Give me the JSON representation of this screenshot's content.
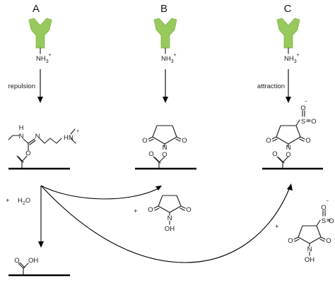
{
  "panels": [
    {
      "letter": "A",
      "amine": "NH",
      "amine_sub": "3",
      "amine_sup": "+",
      "arrow_label": "repulsion"
    },
    {
      "letter": "B",
      "amine": "NH",
      "amine_sub": "3",
      "amine_sup": "+",
      "arrow_label": ""
    },
    {
      "letter": "C",
      "amine": "NH",
      "amine_sub": "3",
      "amine_sup": "+",
      "arrow_label": "attraction"
    }
  ],
  "edc": {
    "h1": "H",
    "n1": "N",
    "n2": "N",
    "h2": "H",
    "n3": "N",
    "plus": "+",
    "o": "O"
  },
  "nhs": {
    "o1": "O",
    "o2": "O",
    "n": "N",
    "o3": "O",
    "o4": "O"
  },
  "sulfo": {
    "minus": "−",
    "o1": "O",
    "s": "S",
    "o2": "O",
    "o3": "O",
    "o4": "O",
    "n": "N",
    "o5": "O",
    "o6": "O"
  },
  "byproduct_nhs": {
    "plus": "+",
    "o1": "O",
    "n": "N",
    "o2": "O",
    "oh": "OH"
  },
  "byproduct_sulfo": {
    "plus": "+",
    "minus": "−",
    "o1": "O",
    "s": "S",
    "o2": "O",
    "o3": "O",
    "o4": "O",
    "n": "N",
    "oh": "OH"
  },
  "hydrolysis": {
    "plus": "+",
    "water": "H",
    "water_sub": "2",
    "water_o": "O",
    "acid_oh": "OH",
    "acid_o": "O"
  }
}
